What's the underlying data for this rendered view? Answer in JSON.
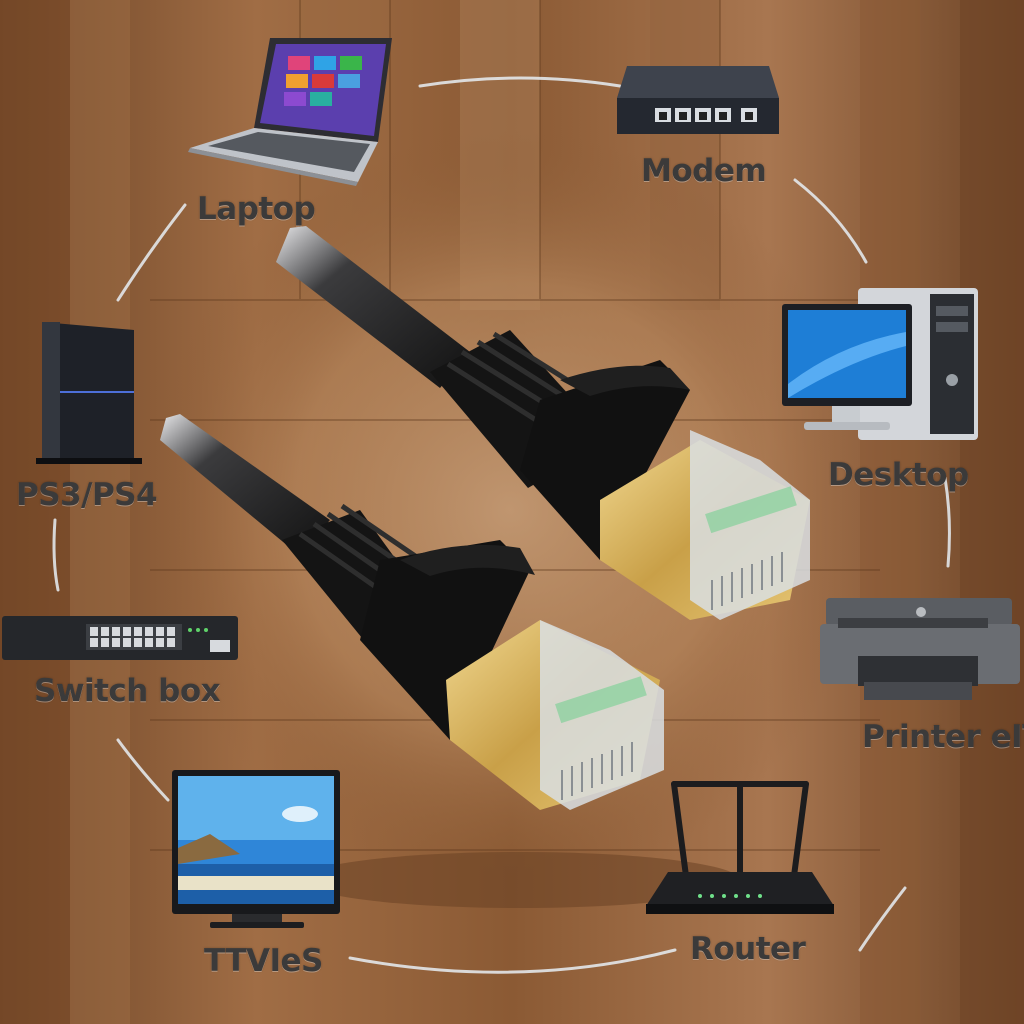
{
  "devices": {
    "laptop": "Laptop",
    "modem": "Modem",
    "desktop": "Desktop",
    "printer": "Printer eIT",
    "router": "Router",
    "tv": "TTVIeS",
    "switch": "Switch box",
    "console": "PS3/PS4"
  },
  "cables": {
    "count": 2,
    "connector": "RJ45"
  },
  "colors": {
    "wood_light": "#b88a62",
    "wood_dark": "#6e4527",
    "label": "#3b3a3a",
    "connector_gold": "#d8b45a",
    "cable_black": "#151515"
  }
}
